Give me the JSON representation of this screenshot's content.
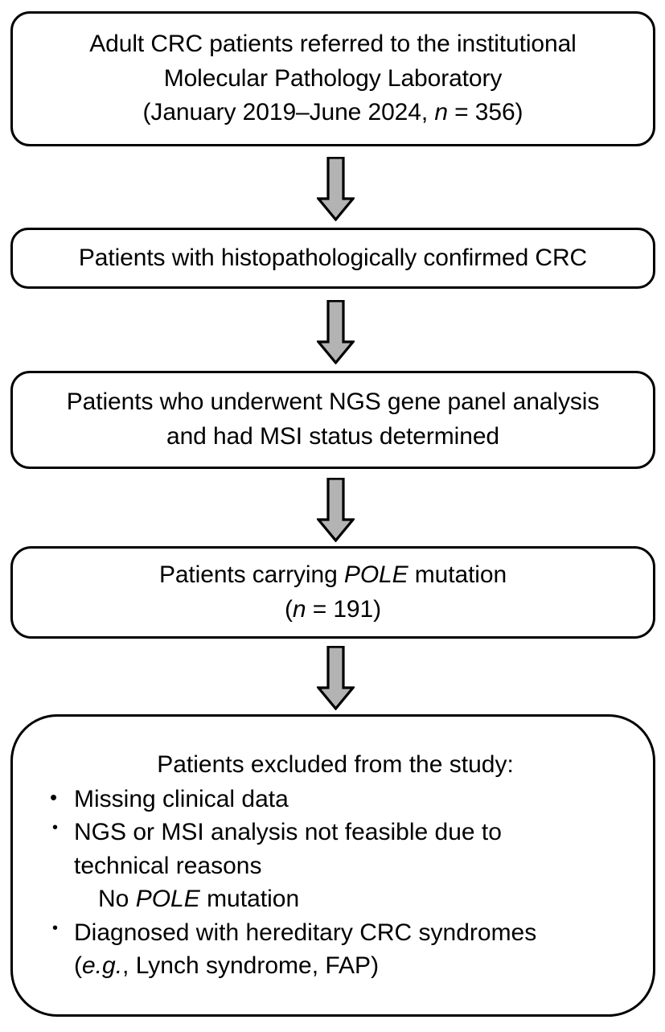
{
  "diagram": {
    "type": "flowchart",
    "title": "CRC patient selection flow diagram",
    "orientation": "vertical",
    "colors": {
      "box_border": "#000000",
      "box_fill": "#ffffff",
      "arrow_fill": "#b3b3b3",
      "arrow_stroke": "#000000",
      "text": "#000000"
    }
  },
  "nodes": {
    "enrolled": {
      "line1": "Adult CRC patients referred to the institutional",
      "line2": "Molecular Pathology Laboratory",
      "line3_pre": "(January 2019–June 2024, ",
      "line3_italic": "n",
      "line3_post": " = 356)"
    },
    "confirmed": {
      "line1": "Patients with histopathologically confirmed CRC"
    },
    "ngs": {
      "line1": "Patients who underwent NGS gene panel analysis",
      "line2": "and had MSI status determined"
    },
    "pole": {
      "line1_pre": "Patients carrying ",
      "line1_italic": "POLE",
      "line1_post": " mutation",
      "line2_pre": "(",
      "line2_italic": "n",
      "line2_post": " =  191)"
    },
    "excluded": {
      "heading": "Patients excluded from the study:",
      "items": [
        {
          "bullet": true,
          "text": "Missing clinical data"
        },
        {
          "bullet": true,
          "text": "NGS or MSI analysis not feasible due to",
          "continuation": "technical reasons"
        },
        {
          "bullet": false,
          "text_pre": "No ",
          "text_italic": "POLE",
          "text_post": " mutation"
        },
        {
          "bullet": true,
          "text": "Diagnosed with hereditary CRC syndromes",
          "continuation_pre": "(",
          "continuation_italic": "e.g.",
          "continuation_post": ", Lynch syndrome, FAP)"
        }
      ]
    }
  },
  "arrows": [
    {
      "name": "arrow-enrolled-to-confirmed",
      "from": "enrolled",
      "to": "confirmed"
    },
    {
      "name": "arrow-confirmed-to-ngs",
      "from": "confirmed",
      "to": "ngs"
    },
    {
      "name": "arrow-ngs-to-pole",
      "from": "ngs",
      "to": "pole"
    },
    {
      "name": "arrow-pole-to-excluded",
      "from": "pole",
      "to": "excluded"
    }
  ]
}
